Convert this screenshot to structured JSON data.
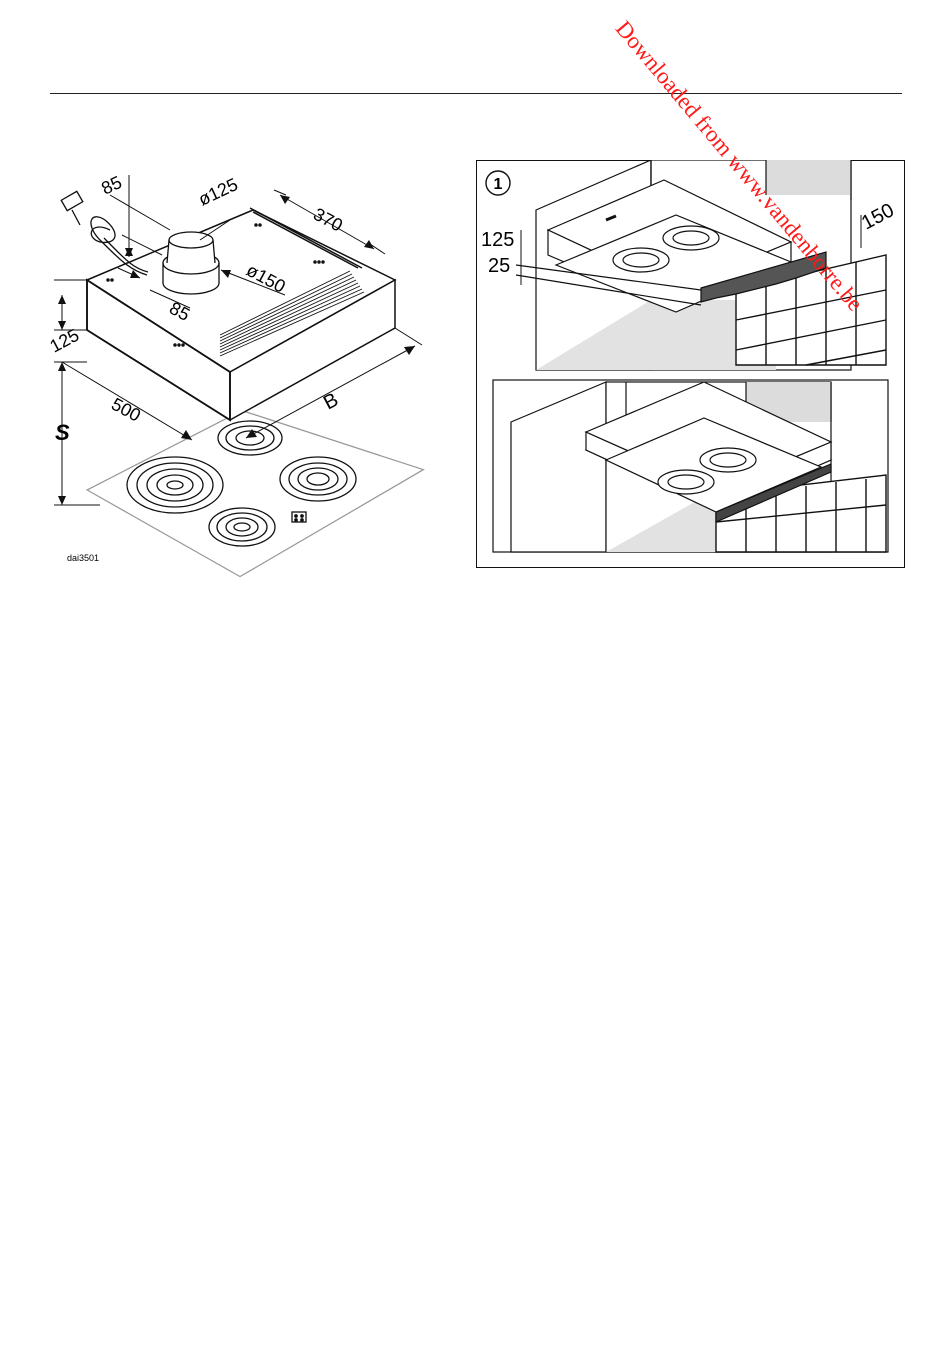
{
  "watermark": {
    "text": "Downloaded from www.vandenborre.be",
    "color": "#ff1a1a"
  },
  "left_figure": {
    "dim_85_top": "85",
    "dim_125_diameter": "ø125",
    "dim_370": "370",
    "dim_150_diameter": "ø150",
    "dim_85_bottom": "85",
    "dim_125_height": "125",
    "dim_500": "500",
    "dim_b": "B",
    "dim_s": "S",
    "figure_code": "dai3501"
  },
  "right_figure": {
    "step_number": "1",
    "dim_125": "125",
    "dim_25": "25",
    "dim_150": "150"
  }
}
